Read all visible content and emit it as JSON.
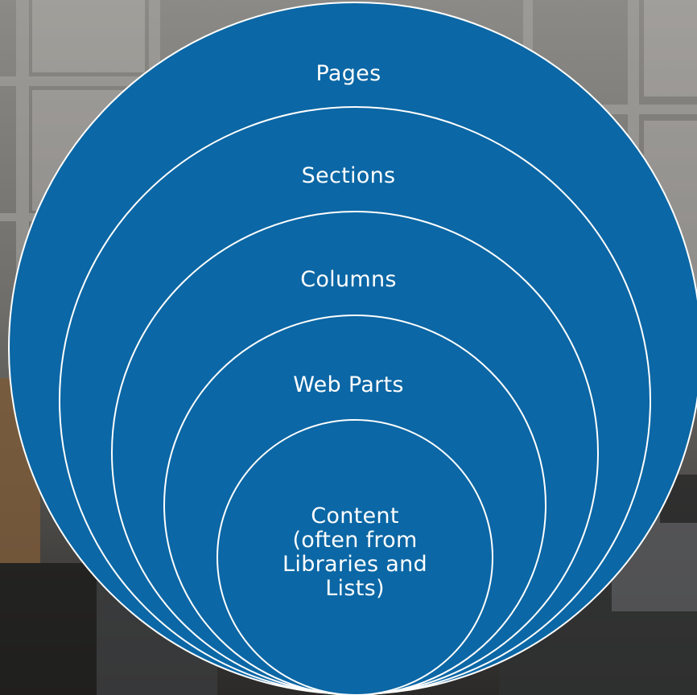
{
  "diagram": {
    "layers": [
      {
        "label": "Pages"
      },
      {
        "label": "Sections"
      },
      {
        "label": "Columns"
      },
      {
        "label": "Web Parts"
      },
      {
        "label_lines": [
          "Content",
          "(often from",
          "Libraries and",
          "Lists)"
        ]
      }
    ]
  },
  "colors": {
    "circle_fill": "#0b67a5",
    "circle_stroke": "#ffffff",
    "text": "#ffffff"
  }
}
